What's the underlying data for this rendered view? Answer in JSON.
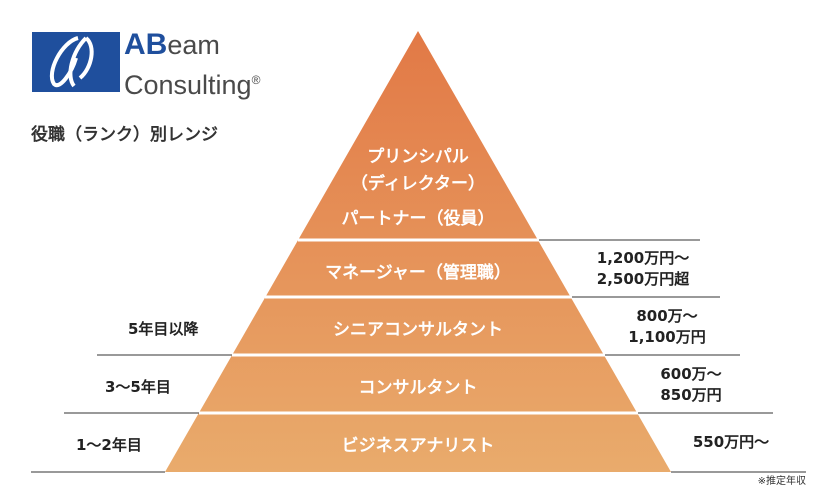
{
  "logo": {
    "ab": "AB",
    "eam": "eam",
    "line2": "Consulting",
    "reg": "®"
  },
  "subtitle": "役職（ランク）別レンジ",
  "levels": {
    "l1": {
      "line1": "プリンシパル",
      "line2": "（ディレクター）",
      "line3": "パートナー（役員）"
    },
    "l2": {
      "label": "マネージャー（管理職）"
    },
    "l3": {
      "label": "シニアコンサルタント"
    },
    "l4": {
      "label": "コンサルタント"
    },
    "l5": {
      "label": "ビジネスアナリスト"
    }
  },
  "years": {
    "l3": "5年目以降",
    "l4": "3～5年目",
    "l5": "1～2年目"
  },
  "salary": {
    "l2": {
      "line1": "1,200万円～",
      "line2": "2,500万円超"
    },
    "l3": {
      "line1": "800万～",
      "line2": "1,100万円"
    },
    "l4": {
      "line1": "600万～",
      "line2": "850万円"
    },
    "l5": {
      "line1": "550万円～"
    }
  },
  "footnote": "※推定年収",
  "colors": {
    "top": "#e27946",
    "bottom": "#e9ab6c",
    "divider": "#ffffff",
    "guide": "#333333",
    "brand": "#1f4f9d"
  }
}
